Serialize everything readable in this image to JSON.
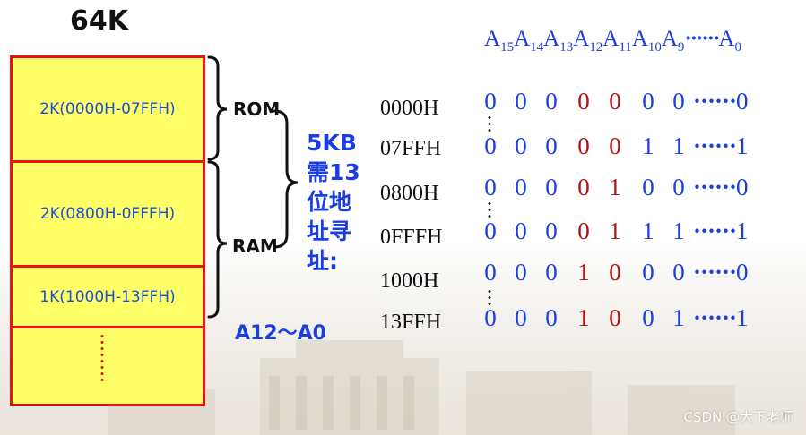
{
  "title": "64K",
  "blocks": [
    {
      "label": "2K(0000H-07FFH)"
    },
    {
      "label": "2K(0800H-0FFFH)"
    },
    {
      "label": "1K(1000H-13FFH)"
    }
  ],
  "rom_label": "ROM",
  "ram_label": "RAM",
  "note_lines": [
    "5KB",
    "需13",
    "位地",
    "址寻",
    "址:"
  ],
  "addr_range": "A12～A0",
  "addresses": [
    "0000H",
    "07FFH",
    "0800H",
    "0FFFH",
    "1000H",
    "13FFH"
  ],
  "header": {
    "bits": [
      {
        "base": "A",
        "sub": "15"
      },
      {
        "base": "A",
        "sub": "14"
      },
      {
        "base": "A",
        "sub": "13"
      },
      {
        "base": "A",
        "sub": "12"
      },
      {
        "base": "A",
        "sub": "11"
      },
      {
        "base": "A",
        "sub": "10"
      },
      {
        "base": "A",
        "sub": "9"
      }
    ],
    "ellipsis": "······",
    "last": {
      "base": "A",
      "sub": "0"
    }
  },
  "rows": [
    {
      "bits": [
        "0",
        "0",
        "0",
        "0",
        "0",
        "0",
        "0"
      ],
      "tail": "0"
    },
    {
      "bits": [
        "0",
        "0",
        "0",
        "0",
        "0",
        "1",
        "1"
      ],
      "tail": "1"
    },
    {
      "bits": [
        "0",
        "0",
        "0",
        "0",
        "1",
        "0",
        "0"
      ],
      "tail": "0"
    },
    {
      "bits": [
        "0",
        "0",
        "0",
        "0",
        "1",
        "1",
        "1"
      ],
      "tail": "1"
    },
    {
      "bits": [
        "0",
        "0",
        "0",
        "1",
        "0",
        "0",
        "0"
      ],
      "tail": "0"
    },
    {
      "bits": [
        "0",
        "0",
        "0",
        "1",
        "0",
        "0",
        "1"
      ],
      "tail": "1"
    }
  ],
  "tail_ellipsis": "······",
  "red_bit_indices": [
    3,
    4
  ],
  "colors": {
    "bit_blue": "#1a3ee0",
    "bit_red": "#b01010",
    "block_fill": "#ffff66",
    "block_border": "#ee1111"
  },
  "watermark": "CSDN @大下老师"
}
